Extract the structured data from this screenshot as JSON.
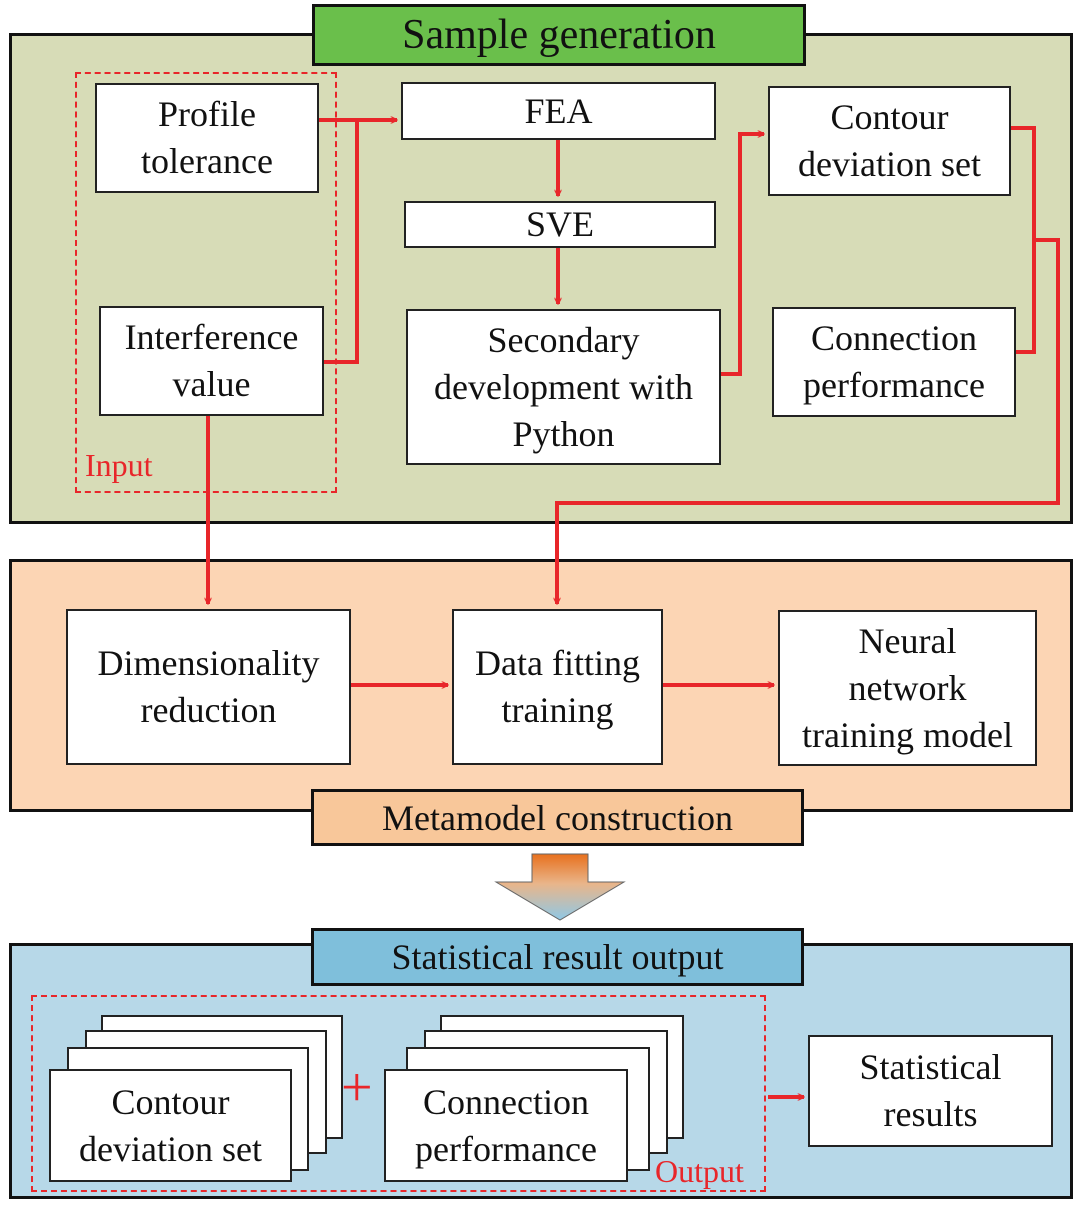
{
  "sample_generation": {
    "title": "Sample generation",
    "input_label": "Input",
    "profile_tolerance": "Profile\ntolerance",
    "interference_value": "Interference\nvalue",
    "fea": "FEA",
    "sve": "SVE",
    "secondary_dev": "Secondary\ndevelopment with\nPython",
    "contour_deviation": "Contour\ndeviation set",
    "connection_performance": "Connection\nperformance"
  },
  "metamodel": {
    "title": "Metamodel construction",
    "dimensionality_reduction": "Dimensionality\nreduction",
    "data_fitting": "Data fitting\ntraining",
    "neural_network": "Neural\nnetwork\ntraining model"
  },
  "statistical_output": {
    "title": "Statistical result output",
    "output_label": "Output",
    "contour_deviation": "Contour\ndeviation set",
    "plus": "+",
    "connection_performance": "Connection\nperformance",
    "statistical_results": "Statistical\nresults"
  },
  "colors": {
    "sample_panel": "#d7dcb7",
    "sample_tag": "#6abf4b",
    "metamodel_panel": "#fcd5b4",
    "metamodel_tag": "#f8c79a",
    "output_panel": "#b7d8e8",
    "output_tag": "#7fbfdb",
    "arrow": "#e8262a"
  }
}
